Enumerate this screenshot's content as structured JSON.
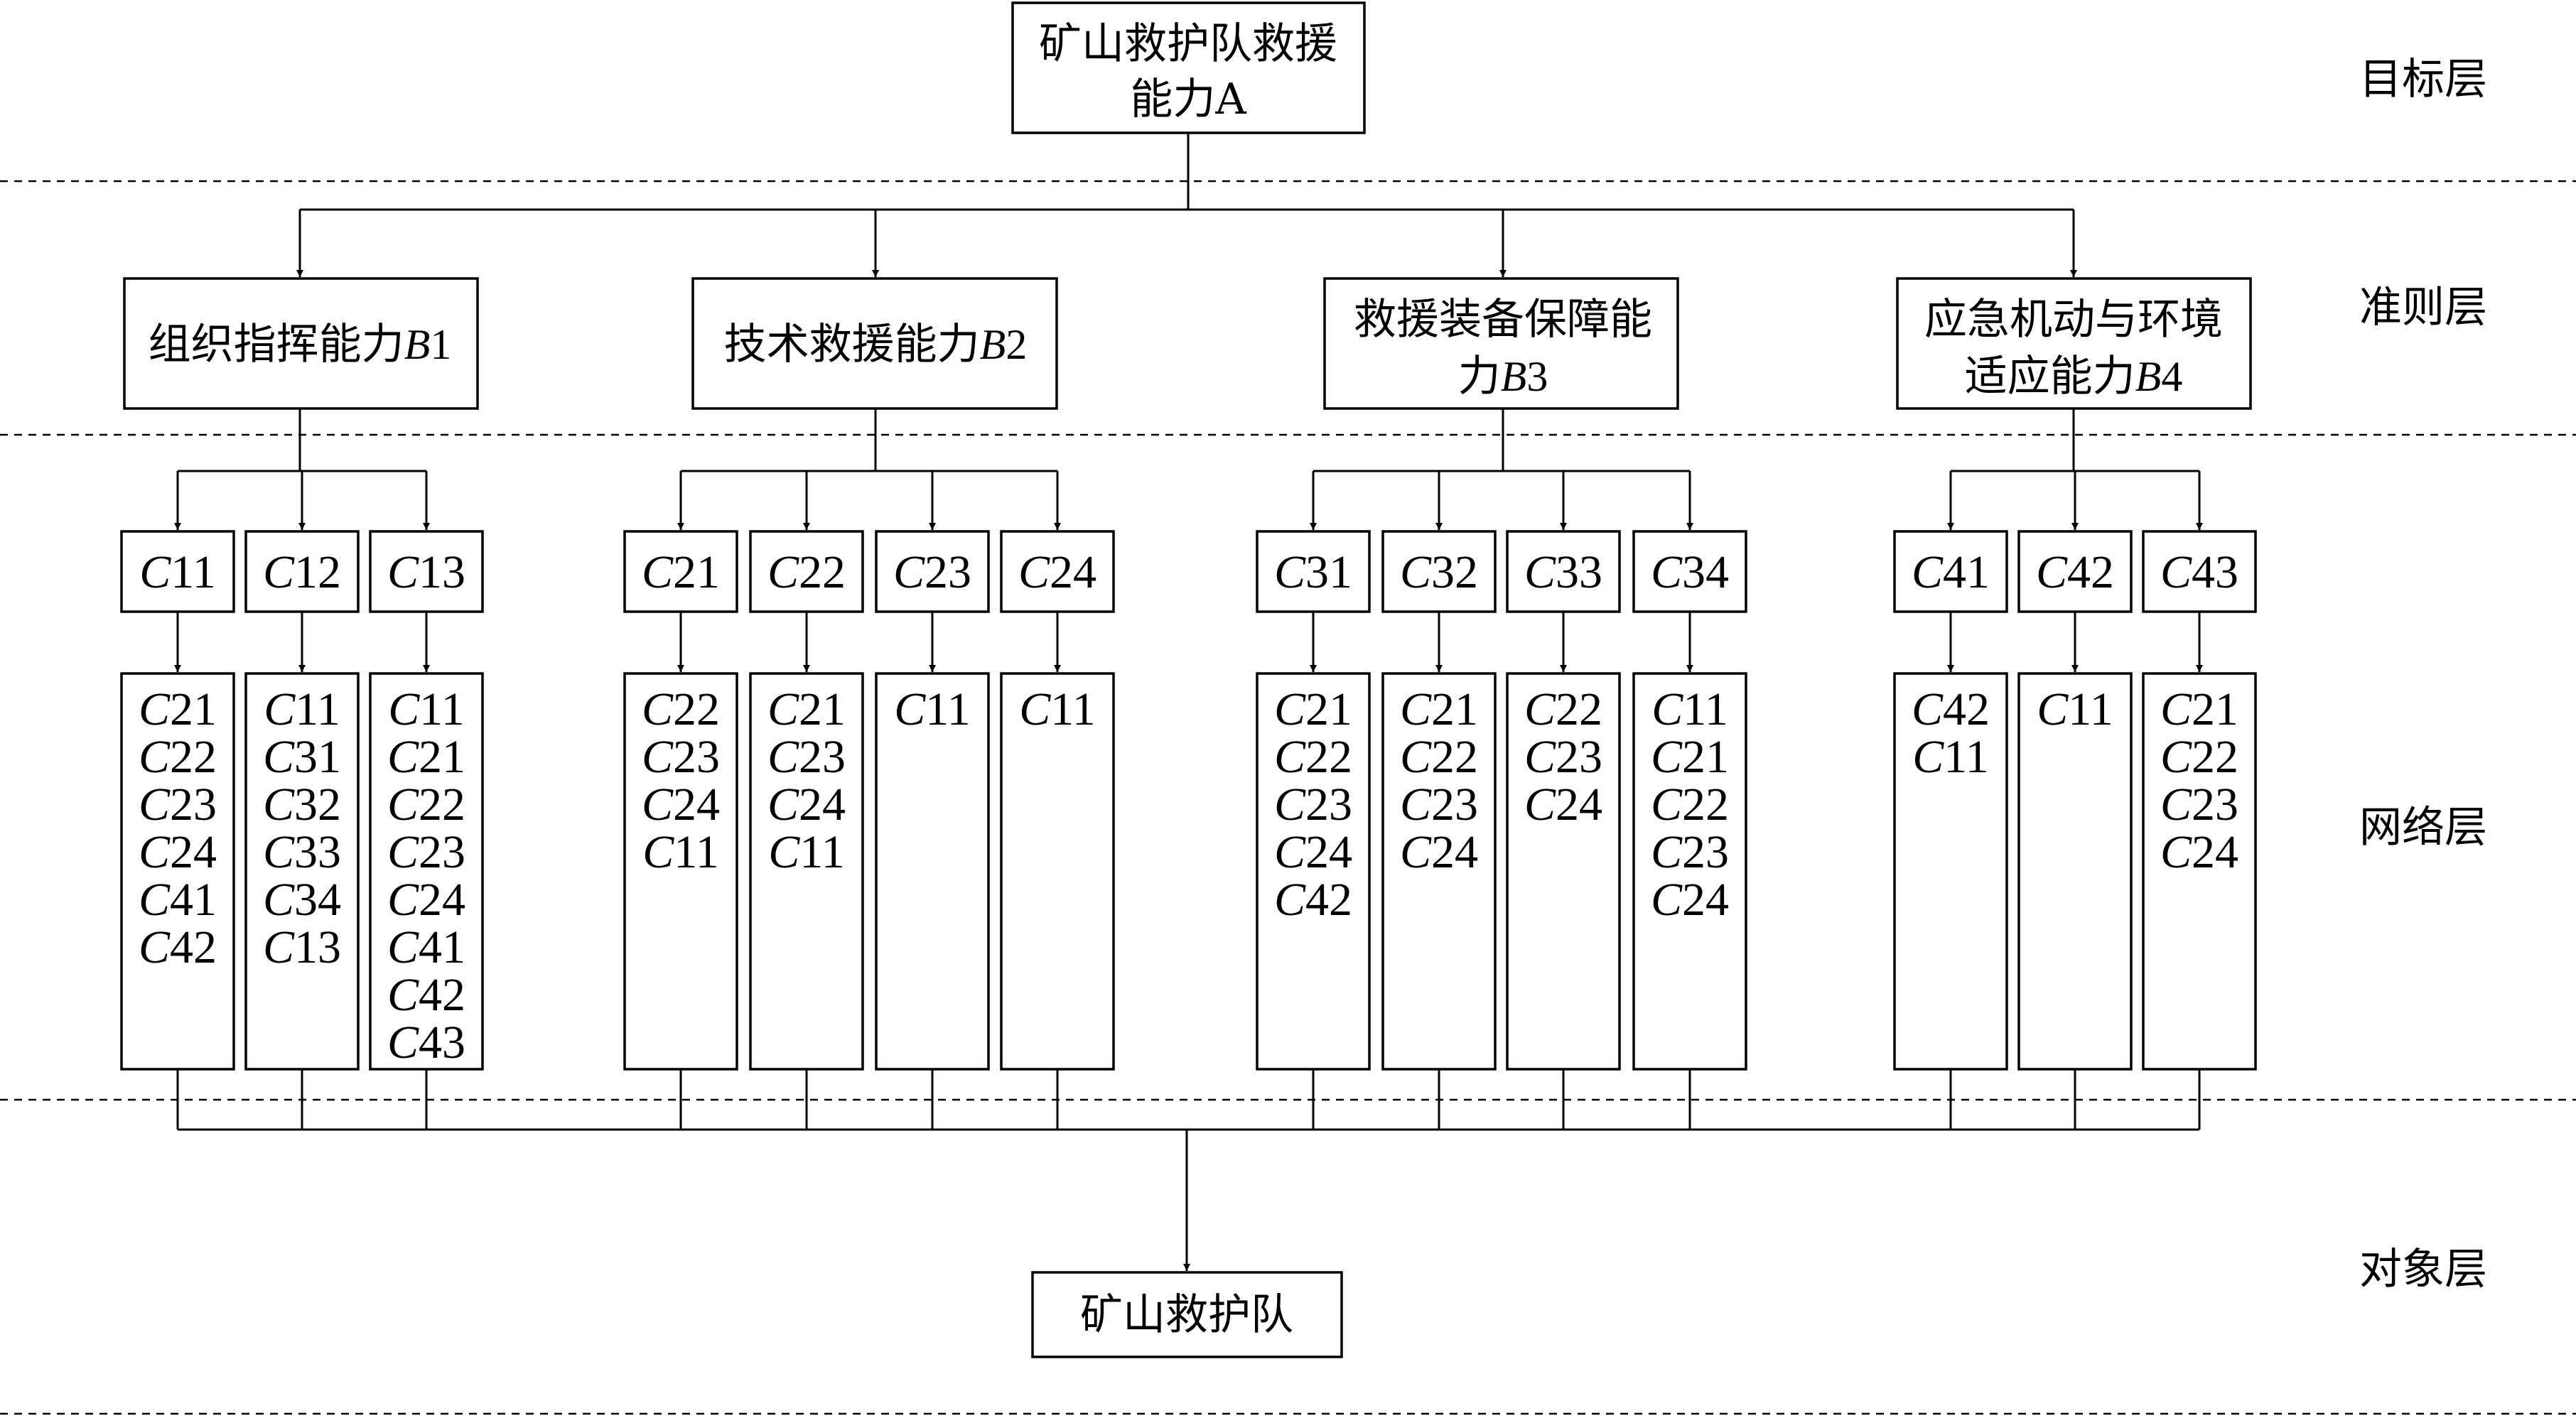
{
  "layers": {
    "goal": "目标层",
    "criteria": "准则层",
    "network": "网络层",
    "object": "对象层"
  },
  "goal": {
    "line1": "矿山救护队救援",
    "line2": "能力A"
  },
  "criteria": [
    {
      "id": "B1",
      "lines": [
        {
          "text": "组织指挥能力",
          "letter": "B",
          "num": "1"
        }
      ]
    },
    {
      "id": "B2",
      "lines": [
        {
          "text": "技术救援能力",
          "letter": "B",
          "num": "2"
        }
      ]
    },
    {
      "id": "B3",
      "lines": [
        {
          "text": "救援装备保障能",
          "letter": "",
          "num": ""
        },
        {
          "text": "力",
          "letter": "B",
          "num": "3"
        }
      ]
    },
    {
      "id": "B4",
      "lines": [
        {
          "text": "应急机动与环境",
          "letter": "",
          "num": ""
        },
        {
          "text": "适应能力",
          "letter": "B",
          "num": "4"
        }
      ]
    }
  ],
  "indicators": [
    {
      "group": 0,
      "letter": "C",
      "num": "11",
      "relations": [
        "21",
        "22",
        "23",
        "24",
        "41",
        "42"
      ]
    },
    {
      "group": 0,
      "letter": "C",
      "num": "12",
      "relations": [
        "11",
        "31",
        "32",
        "33",
        "34",
        "13"
      ]
    },
    {
      "group": 0,
      "letter": "C",
      "num": "13",
      "relations": [
        "11",
        "21",
        "22",
        "23",
        "24",
        "41",
        "42",
        "43"
      ]
    },
    {
      "group": 1,
      "letter": "C",
      "num": "21",
      "relations": [
        "22",
        "23",
        "24",
        "11"
      ]
    },
    {
      "group": 1,
      "letter": "C",
      "num": "22",
      "relations": [
        "21",
        "23",
        "24",
        "11"
      ]
    },
    {
      "group": 1,
      "letter": "C",
      "num": "23",
      "relations": [
        "11"
      ]
    },
    {
      "group": 1,
      "letter": "C",
      "num": "24",
      "relations": [
        "11"
      ]
    },
    {
      "group": 2,
      "letter": "C",
      "num": "31",
      "relations": [
        "21",
        "22",
        "23",
        "24",
        "42"
      ]
    },
    {
      "group": 2,
      "letter": "C",
      "num": "32",
      "relations": [
        "21",
        "22",
        "23",
        "24"
      ]
    },
    {
      "group": 2,
      "letter": "C",
      "num": "33",
      "relations": [
        "22",
        "23",
        "24"
      ]
    },
    {
      "group": 2,
      "letter": "C",
      "num": "34",
      "relations": [
        "11",
        "21",
        "22",
        "23",
        "24"
      ]
    },
    {
      "group": 3,
      "letter": "C",
      "num": "41",
      "relations": [
        "42",
        "11"
      ]
    },
    {
      "group": 3,
      "letter": "C",
      "num": "42",
      "relations": [
        "11"
      ]
    },
    {
      "group": 3,
      "letter": "C",
      "num": "43",
      "relations": [
        "21",
        "22",
        "23",
        "24"
      ]
    }
  ],
  "object": "矿山救护队"
}
